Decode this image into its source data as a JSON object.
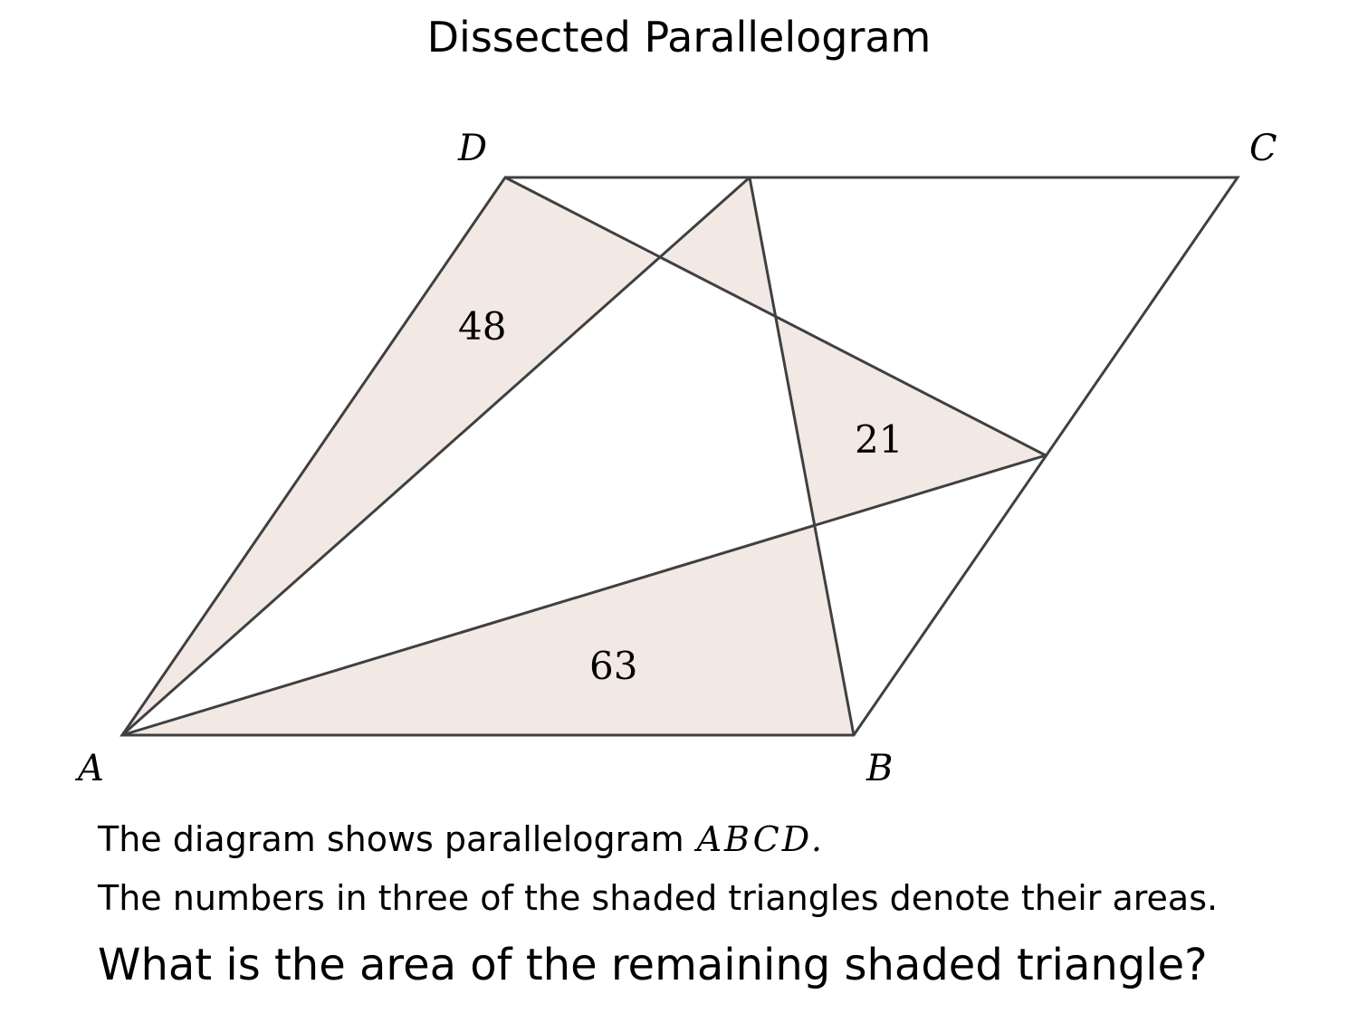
{
  "title": "Dissected Parallelogram",
  "vertices": {
    "A": "A",
    "B": "B",
    "C": "C",
    "D": "D"
  },
  "areas": [
    "48",
    "21",
    "63"
  ],
  "text": {
    "line1": "The diagram shows parallelogram",
    "line1_math": "ABCD.",
    "line2": "The numbers in three of the shaded triangles denote their areas.",
    "question": "What is the area of the remaining shaded triangle?"
  },
  "colors": {
    "shade": "#f3e9e4",
    "stroke": "#404040"
  }
}
